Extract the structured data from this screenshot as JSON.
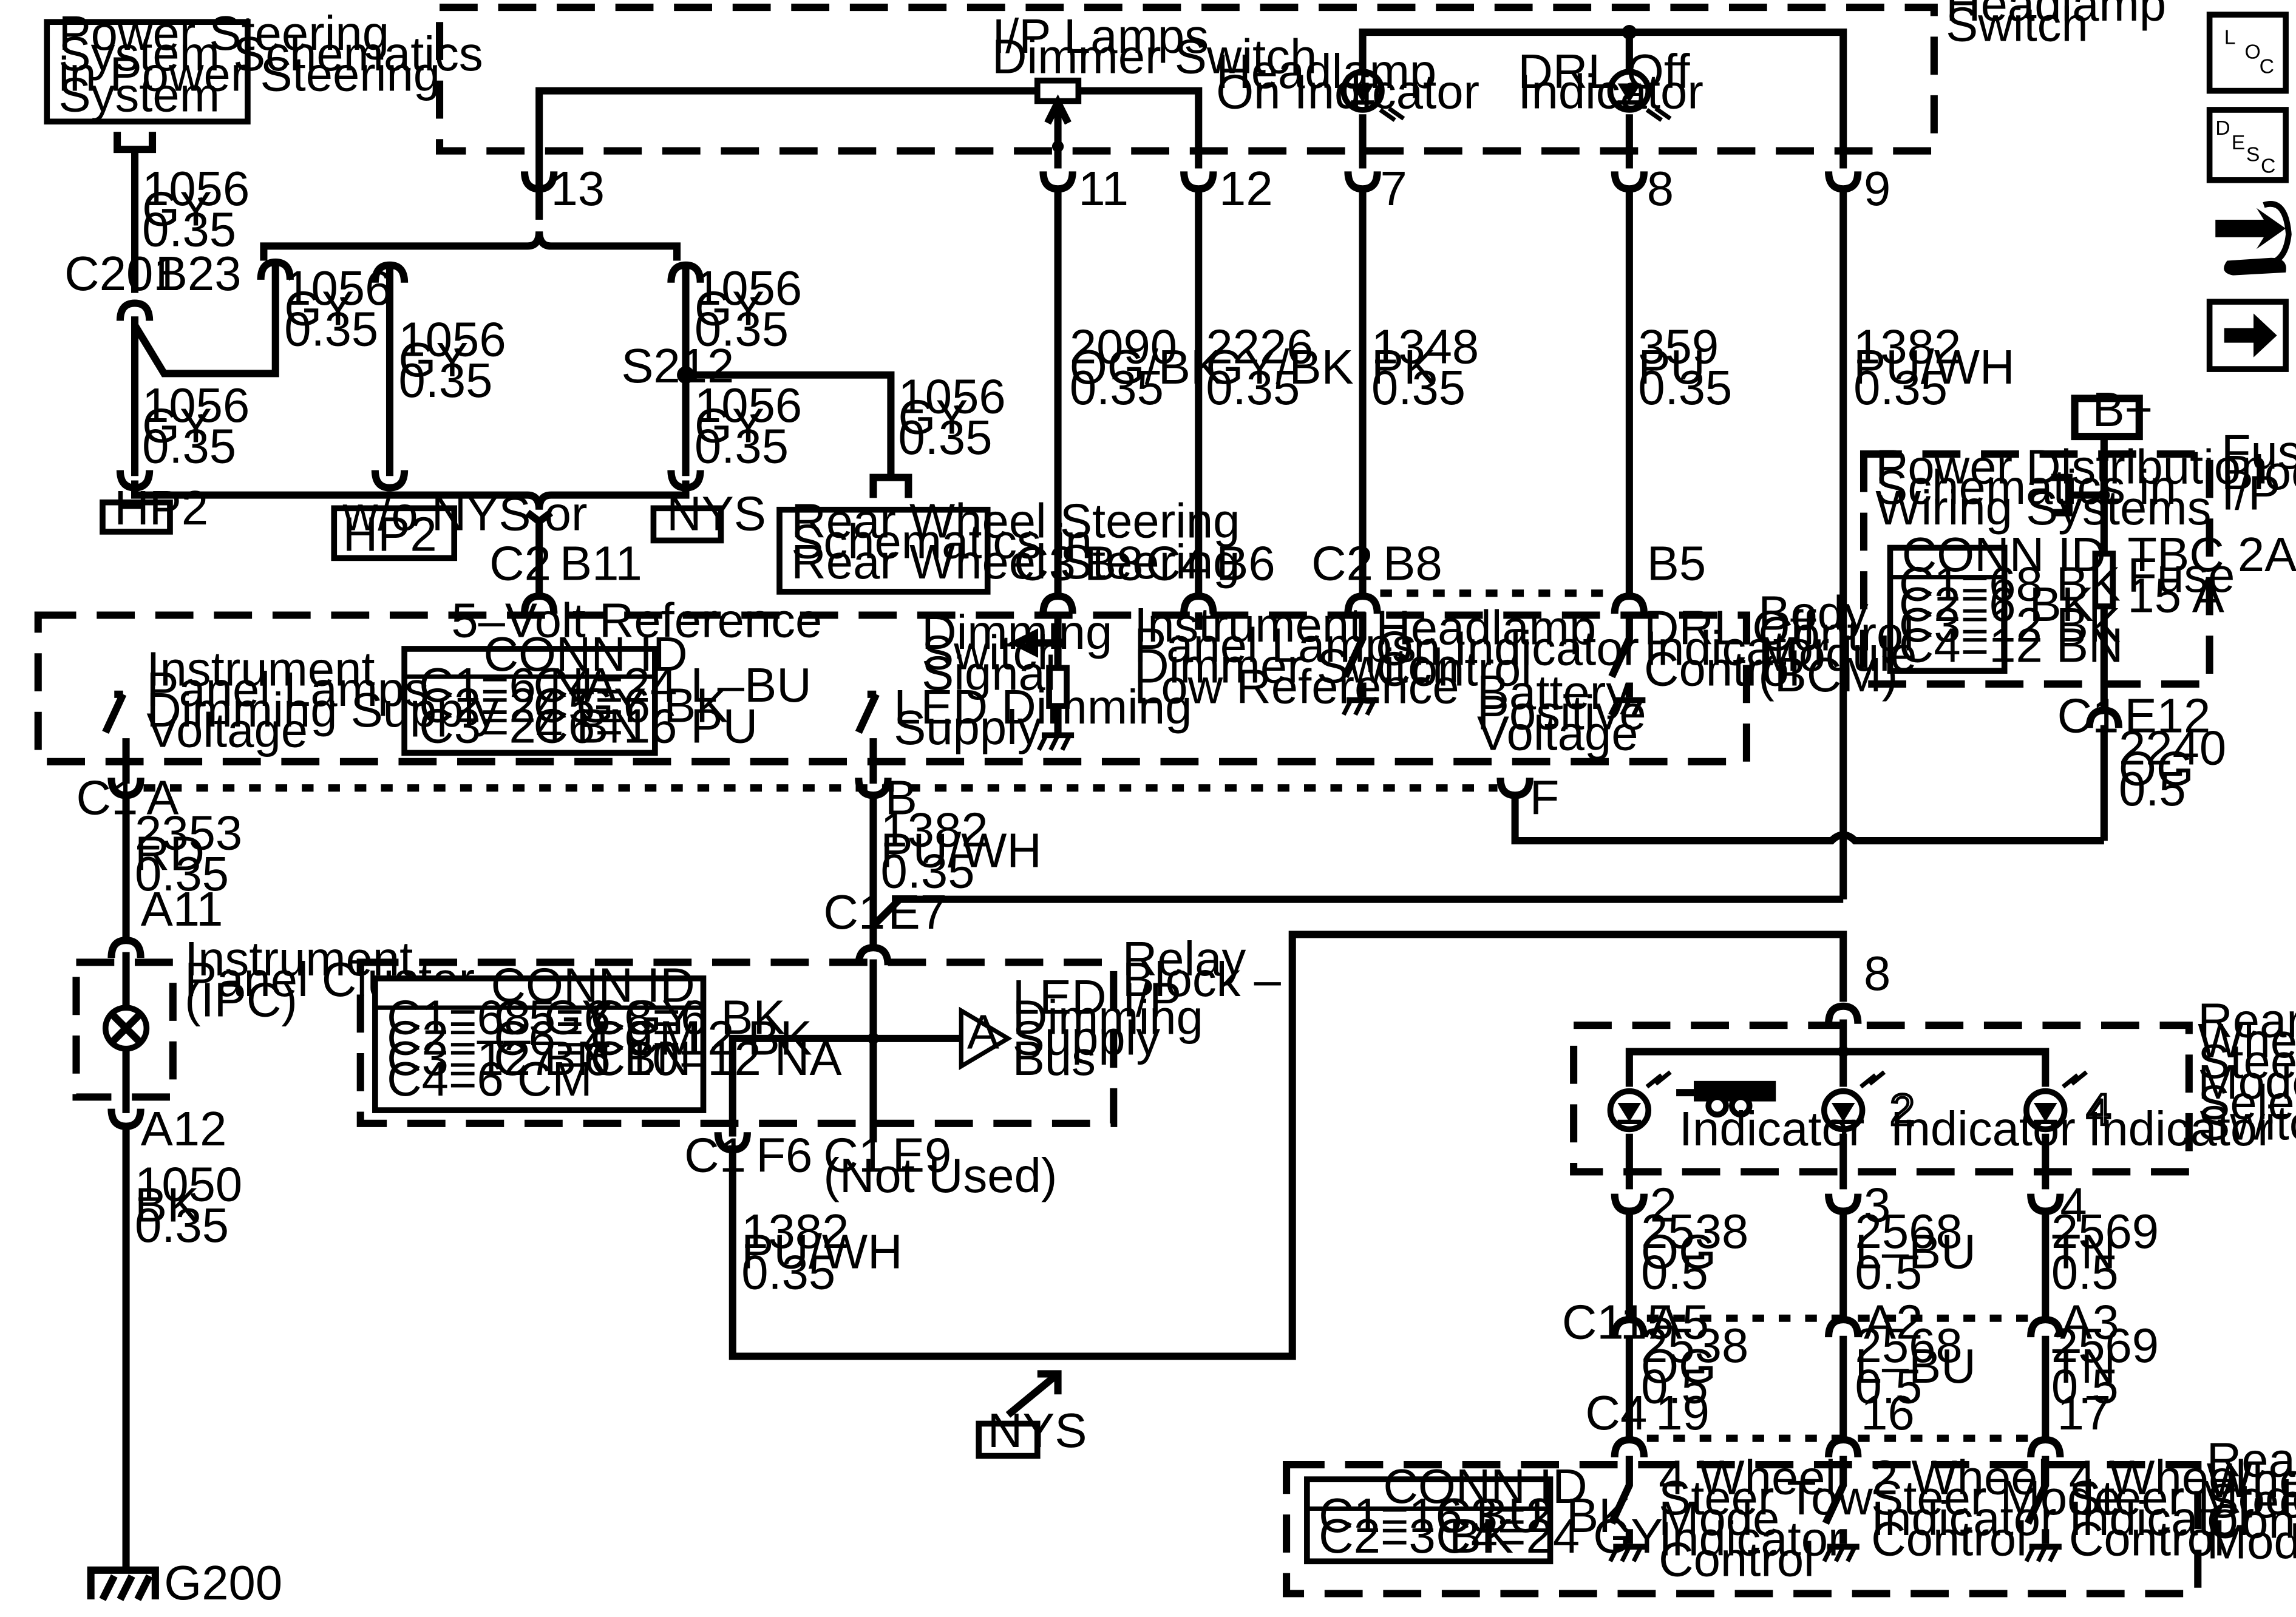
{
  "colors": {
    "ink": "#000000",
    "paper": "#ffffff"
  },
  "labels": {
    "ps_ref": [
      "Power Steering",
      "System Schematics",
      "in Power Steering",
      "System"
    ],
    "headlamp_switch": [
      "Headlamp",
      "Switch"
    ],
    "ip_lamps": [
      "I/P Lamps",
      "Dimmer Switch"
    ],
    "headlamp_on_ind": [
      "Headlamp",
      "On Indicator"
    ],
    "drl_off_ind": [
      "DRL Off",
      "Indicator"
    ],
    "pins_top": [
      "13",
      "11",
      "12",
      "7",
      "8",
      "9"
    ],
    "w1056": [
      "1056",
      "GY",
      "0.35"
    ],
    "c201": "C201",
    "b23": "B23",
    "s212": "S212",
    "hp2": "HP2",
    "wo_nys": [
      "w/o NYS or",
      "HP2"
    ],
    "nys": "NYS",
    "rws_ref": [
      "Rear Wheel Steering",
      "Schematics in",
      "Rear Wheel Steering"
    ],
    "w2090": [
      "2090",
      "OG/BK",
      "0.35"
    ],
    "w2226": [
      "2226",
      "GY/BK",
      "0.35"
    ],
    "w1348": [
      "1348",
      "PK",
      "0.35"
    ],
    "w359": [
      "359",
      "PU",
      "0.35"
    ],
    "w1382": [
      "1382",
      "PU/WH",
      "0.35"
    ],
    "b_plus": "B+",
    "fuse_block": [
      "Fuse",
      "Block –",
      "I/P"
    ],
    "pds_ref": [
      "Power Distribution",
      "Schematics in",
      "Wiring Systems"
    ],
    "tbc": [
      "TBC 2A",
      "Fuse",
      "15 A"
    ],
    "fuse_conn": [
      "CONN ID",
      "C1=68 BK",
      "C2=6 BK",
      "C3=12 BK",
      "C4=12 BN"
    ],
    "bcm_pins": {
      "c2": "C2",
      "b11": "B11",
      "c3": "C3",
      "b8": "B8",
      "c4": "C4",
      "b6": "B6",
      "c2b": "C2",
      "b8b": "B8",
      "b5": "B5"
    },
    "five_volt": "5–Volt Reference",
    "bcm_conn": [
      "CONN ID",
      "C1=6 NA",
      "C4=24 L–BU",
      "C2=24 GY",
      "C5=6 BK",
      "C3=24 BN",
      "C6=16 PU"
    ],
    "ip_dim_supply": [
      "Instrument",
      "Panel Lamps",
      "Dimming Supply",
      "Voltage"
    ],
    "led_dim_supply": [
      "LED Dimming",
      "Supply"
    ],
    "dim_switch_sig": [
      "Dimming",
      "Switch",
      "Signal"
    ],
    "ip_low_ref": [
      "Instrument",
      "Panel Lamps",
      "Dimmer Switch",
      "Low Reference"
    ],
    "headlamp_ctrl": [
      "Headlamp",
      "On Indicator",
      "Control"
    ],
    "drl_ctrl": [
      "DRL Off",
      "Indicator",
      "Control"
    ],
    "bcm": [
      "Body",
      "Control",
      "Module",
      "(BCM)"
    ],
    "batt_pos": [
      "Battery",
      "Positive",
      "Voltage"
    ],
    "e12": [
      "C1",
      "E12"
    ],
    "w2240": [
      "2240",
      "OG",
      "0.5"
    ],
    "c1a": [
      "C1",
      "A"
    ],
    "pin_b": "B",
    "pin_f": "F",
    "w2353": [
      "2353",
      "RD",
      "0.35"
    ],
    "w1382b": [
      "1382",
      "PU/WH",
      "0.35"
    ],
    "c1e7": [
      "C1",
      "E7"
    ],
    "a11": "A11",
    "a12": "A12",
    "ipc": [
      "Instrument",
      "Panel Cluster",
      "(IPC)"
    ],
    "relay_conn": [
      "CONN ID",
      "C1=68 GY",
      "C5=6 GY",
      "C8=6 BK",
      "C2=––",
      "C6=4 CM",
      "C9=12 BK",
      "C3=12 BN",
      "C7=6 BN",
      "C10=12 NA",
      "C4=6 CM"
    ],
    "relay_block": [
      "Relay",
      "Block –",
      "I/P"
    ],
    "led_bus": [
      "LED",
      "Dimming",
      "Supply",
      "Bus"
    ],
    "bus_tag": "A",
    "f6": [
      "C1",
      "F6"
    ],
    "e9": [
      "C1",
      "E9",
      "(Not Used)"
    ],
    "w1382c": [
      "1382",
      "PU/WH",
      "0.35"
    ],
    "w1050": [
      "1050",
      "BK",
      "0.35"
    ],
    "g200": "G200",
    "nys2": "NYS",
    "pin8": "8",
    "rws_switch": [
      "Rear",
      "Wheel",
      "Steering",
      "Mode",
      "Select",
      "Switch"
    ],
    "indicator": "Indicator",
    "glyph2": "2",
    "glyph4": "4",
    "pins_sw": [
      "2",
      "3",
      "4"
    ],
    "w2538": [
      "2538",
      "OG",
      "0.5"
    ],
    "w2568": [
      "2568",
      "L–BU",
      "0.5"
    ],
    "w2569": [
      "2569",
      "TN",
      "0.5"
    ],
    "c115": "C115",
    "a5": "A5",
    "a2": "A2",
    "a3": "A3",
    "c4": "C4",
    "p19": "19",
    "p16": "16",
    "p17": "17",
    "rwsc_conn": [
      "CONN ID",
      "C1=16 BU",
      "C3=2 BK",
      "C2=3 BK",
      "C4=24 GY"
    ],
    "tow_ctrl": [
      "4 Wheel",
      "Steer Tow",
      "Mode",
      "Indicator",
      "Control"
    ],
    "mode2_ctrl": [
      "2 Wheel",
      "Steer Mode",
      "Indicator",
      "Control"
    ],
    "mode4_ctrl": [
      "4 Wheel",
      "Steer Mode",
      "Indicator",
      "Control"
    ],
    "rwsc": [
      "Rear",
      "Wheel",
      "Steering",
      "Control",
      "Module"
    ],
    "side_icons": {
      "loc": [
        "L",
        "O",
        "C"
      ],
      "desc": [
        "D",
        "E",
        "S",
        "C"
      ],
      "tool": "wrench-icon",
      "next": "arrow-right-icon"
    }
  }
}
